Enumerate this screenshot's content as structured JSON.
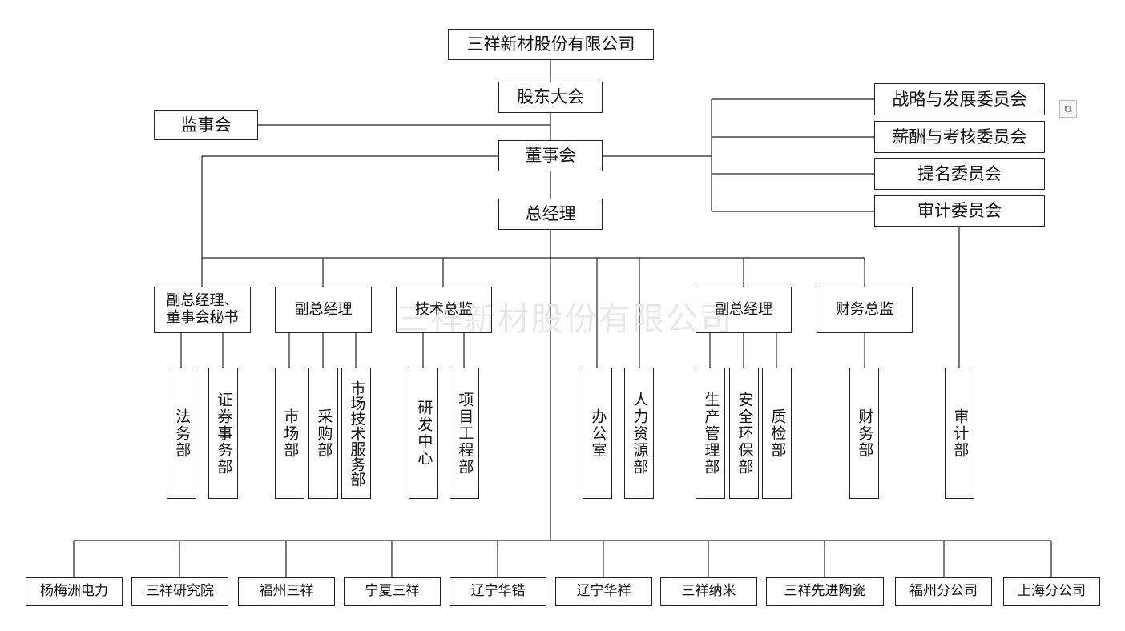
{
  "nodes": {
    "company": "三祥新材股份有限公司",
    "shareholders_meeting": "股东大会",
    "supervisory_board": "监事会",
    "board_of_directors": "董事会",
    "general_manager": "总经理",
    "committees": [
      "战略与发展委员会",
      "薪酬与考核委员会",
      "提名委员会",
      "审计委员会"
    ],
    "managers": [
      "副总经理、\n董事会秘书",
      "副总经理",
      "技术总监",
      "副总经理",
      "财务总监"
    ],
    "departments": [
      "法务部",
      "证券事务部",
      "市场部",
      "采购部",
      "市场技术服务部",
      "研发中心",
      "项目工程部",
      "办公室",
      "人力资源部",
      "生产管理部",
      "安全环保部",
      "质检部",
      "财务部",
      "审计部"
    ],
    "subsidiaries": [
      "杨梅洲电力",
      "三祥研究院",
      "福州三祥",
      "宁夏三祥",
      "辽宁华锆",
      "辽宁华祥",
      "三祥纳米",
      "三祥先进陶瓷",
      "福州分公司",
      "上海分公司"
    ]
  },
  "watermark": "三祥新材股份有限公司",
  "icons": {
    "corner_icon": "expand-icon"
  }
}
